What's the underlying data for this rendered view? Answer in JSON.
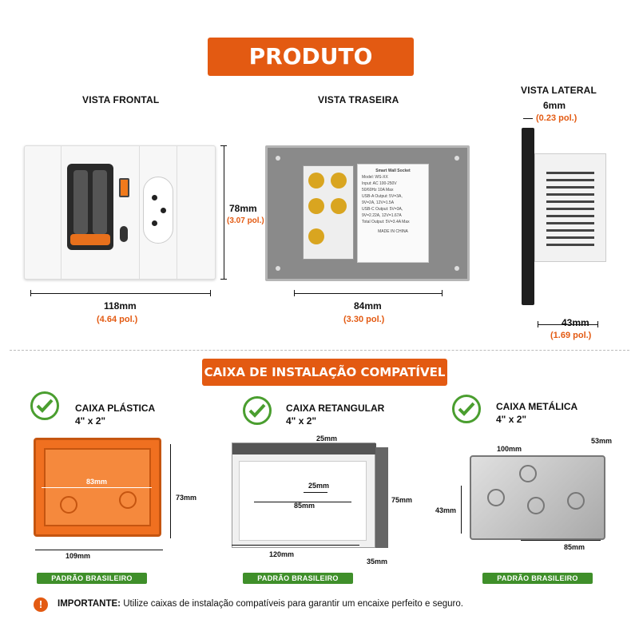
{
  "header": {
    "produto": "PRODUTO"
  },
  "views": {
    "front": {
      "title": "VISTA FRONTAL",
      "width": "118mm",
      "width_in": "(4.64 pol.)",
      "height": "78mm",
      "height_in": "(3.07 pol.)"
    },
    "back": {
      "title": "VISTA TRASEIRA",
      "width": "84mm",
      "width_in": "(3.30 pol.)"
    },
    "side": {
      "title": "VISTA LATERAL",
      "thickness": "6mm",
      "thickness_in": "(0.23 pol.)",
      "depth": "43mm",
      "depth_in": "(1.69 pol.)"
    }
  },
  "module_label": [
    "Smart Wall Socket",
    "Model: WS-XX",
    "Input: AC 100-250V",
    "50/60Hz 10A Max",
    "USB-A Output: 5V=3A,",
    "9V=2A, 12V=1.5A",
    "USB-C Output: 5V=3A,",
    "9V=2.22A, 12V=1.67A",
    "Total Output: 5V=3.4A Max",
    "MADE IN CHINA"
  ],
  "section2": {
    "title": "CAIXA DE INSTALAÇÃO COMPATÍVEL"
  },
  "boxes": [
    {
      "name": "CAIXA PLÁSTICA",
      "size": "4\" x 2\"",
      "dims": [
        "83mm",
        "73mm",
        "109mm"
      ],
      "badge": "PADRÃO BRASILEIRO"
    },
    {
      "name": "CAIXA RETANGULAR",
      "size": "4\" x 2\"",
      "dims": [
        "25mm",
        "25mm",
        "85mm",
        "75mm",
        "120mm",
        "35mm"
      ],
      "badge": "PADRÃO BRASILEIRO"
    },
    {
      "name": "CAIXA METÁLICA",
      "size": "4\" x 2\"",
      "dims": [
        "100mm",
        "53mm",
        "43mm",
        "85mm"
      ],
      "badge": "PADRÃO BRASILEIRO"
    }
  ],
  "note": {
    "bold": "IMPORTANTE:",
    "text": " Utilize caixas de instalação compatíveis para garantir um encaixe perfeito e seguro."
  },
  "colors": {
    "accent": "#e35a12",
    "green": "#3f8f2a",
    "orange_box": "#f07020"
  }
}
